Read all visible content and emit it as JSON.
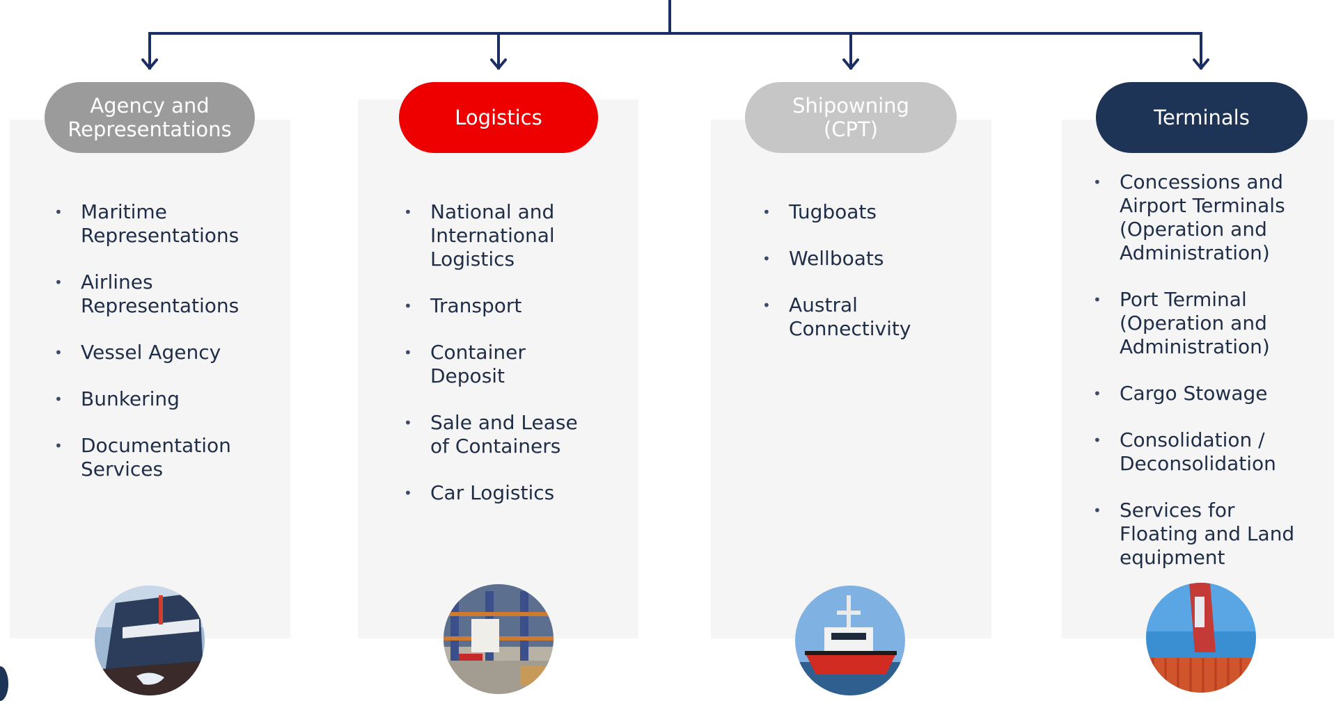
{
  "colors": {
    "connector": "#1b2e63",
    "panel": "#f5f5f5",
    "agency_pill": "#9b9b9b",
    "logistics_pill": "#ee0000",
    "shipowning_pill": "#c6c6c6",
    "terminals_pill": "#1e3456",
    "text": "#1f2d47"
  },
  "divisions": [
    {
      "title": "Agency and\nRepresentations",
      "items": [
        "Maritime\nRepresentations",
        "Airlines\nRepresentations",
        "Vessel Agency",
        "Bunkering",
        "Documentation\nServices"
      ],
      "photo_icon": "ship-hull-photo-icon"
    },
    {
      "title": "Logistics",
      "items": [
        "National and\nInternational\nLogistics",
        "Transport",
        "Container\nDeposit",
        "Sale and Lease\nof Containers",
        "Car Logistics"
      ],
      "photo_icon": "warehouse-photo-icon"
    },
    {
      "title": "Shipowning\n(CPT)",
      "items": [
        "Tugboats",
        "Wellboats",
        "Austral\nConnectivity"
      ],
      "photo_icon": "tugboat-photo-icon"
    },
    {
      "title": "Terminals",
      "items": [
        "Concessions and\nAirport Terminals\n(Operation and\nAdministration)",
        "Port Terminal\n(Operation and\nAdministration)",
        "Cargo Stowage",
        "Consolidation /\nDeconsolidation",
        "Services for\nFloating and Land\nequipment"
      ],
      "photo_icon": "port-crane-photo-icon"
    }
  ]
}
